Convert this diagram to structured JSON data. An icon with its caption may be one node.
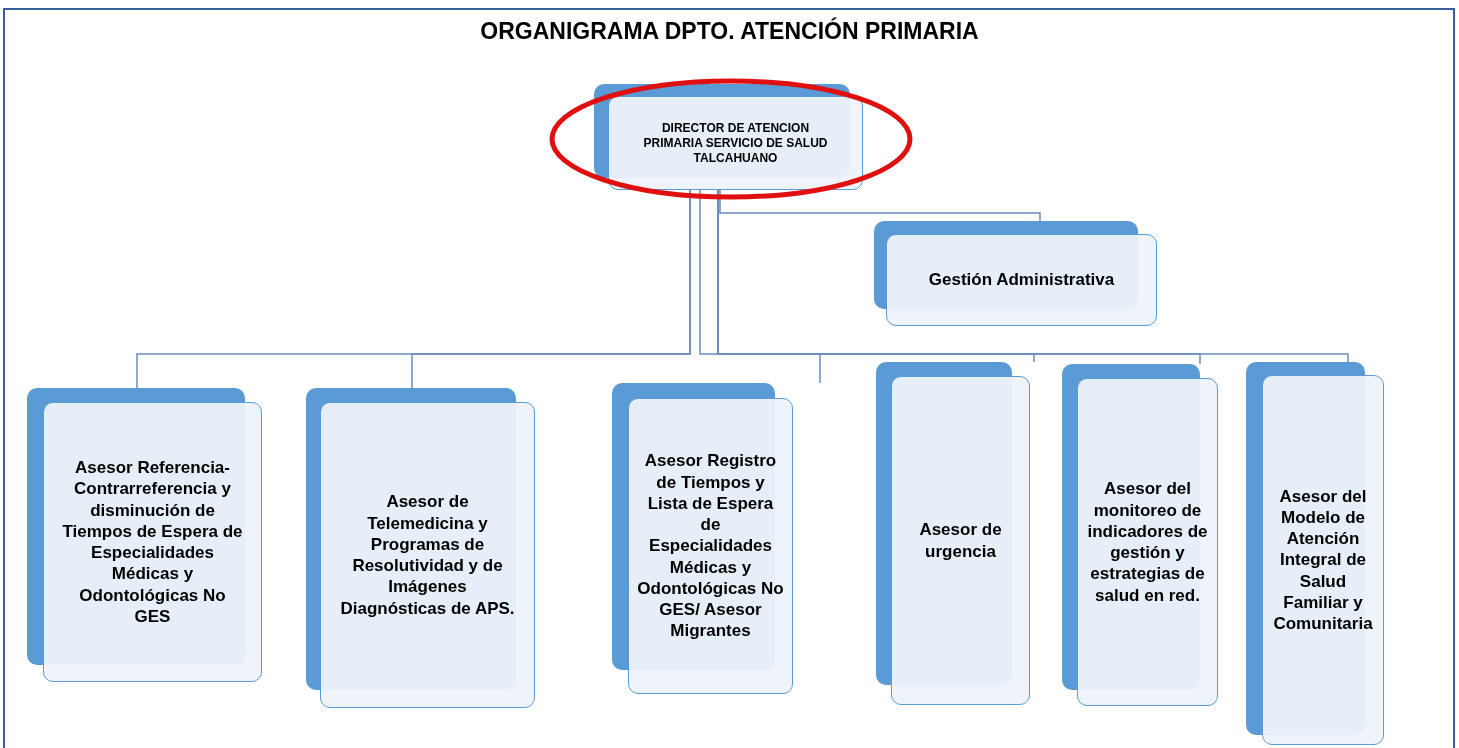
{
  "diagram": {
    "title": "ORGANIGRAMA DPTO. ATENCIÓN PRIMARIA",
    "nodes": [
      {
        "text": [
          "DIRECTOR DE ATENCION PRIMARIA SERVICIO DE SALUD TALCAHUANO"
        ]
      },
      {
        "text": [
          "Gestión Administrativa"
        ]
      },
      {
        "text": [
          "Asesor Referencia-Contrarreferencia y disminución de Tiempos de Espera de Especialidades Médicas y Odontológicas No GES"
        ]
      },
      {
        "text": [
          "Asesor de Telemedicina y Programas de Resolutividad y de Imágenes Diagnósticas de APS."
        ]
      },
      {
        "text": [
          "Asesor Registro de Tiempos y Lista de Espera de Especialidades Médicas y Odontológicas No GES/ Asesor Migrantes"
        ]
      },
      {
        "text": [
          "Asesor de urgencia"
        ]
      },
      {
        "text": [
          "Asesor del monitoreo de indicadores de gestión y estrategias de salud en red."
        ]
      },
      {
        "text": [
          "Asesor del Modelo de Atención Integral de Salud Familiar y Comunitaria"
        ]
      }
    ],
    "edges": [
      {
        "from": 0,
        "to": 1,
        "arrow": "none"
      },
      {
        "from": 0,
        "to": 2,
        "arrow": "none"
      },
      {
        "from": 0,
        "to": 3,
        "arrow": "none"
      },
      {
        "from": 0,
        "to": 4,
        "arrow": "none"
      },
      {
        "from": 0,
        "to": 5,
        "arrow": "none"
      },
      {
        "from": 0,
        "to": 6,
        "arrow": "none"
      },
      {
        "from": 0,
        "to": 7,
        "arrow": "none"
      }
    ]
  }
}
